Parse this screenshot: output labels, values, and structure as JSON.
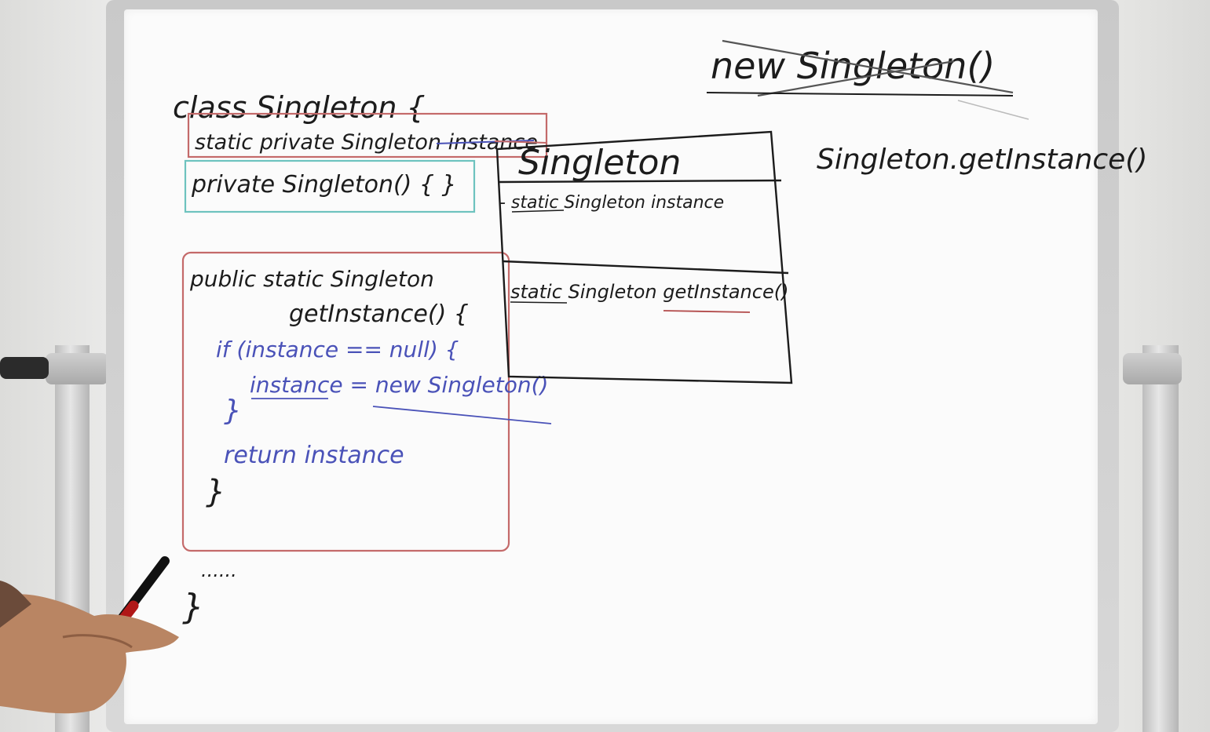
{
  "board": {
    "class_decl": "class Singleton {",
    "field_line": "static private Singleton instance",
    "ctor_line": "private Singleton() { }",
    "method_sig_1": "public static Singleton",
    "method_sig_2": "getInstance() {",
    "if_line": "if (instance == null) {",
    "assign_line": "instance = new Singleton()",
    "close_brace": "}",
    "return_line": "return instance",
    "method_close": "}",
    "ellipsis": "......",
    "class_close": "}",
    "crossed_out": "new Singleton()",
    "static_call": "Singleton.getInstance()",
    "uml": {
      "class_name": "Singleton",
      "attribute": "- static Singleton instance",
      "method": "static Singleton getInstance()"
    }
  },
  "colors": {
    "black_ink": "#1c1c1c",
    "blue_ink": "#4a52b8",
    "red_ink": "#c46a6a",
    "teal_ink": "#6ec3bf",
    "board": "#fbfbfb"
  }
}
